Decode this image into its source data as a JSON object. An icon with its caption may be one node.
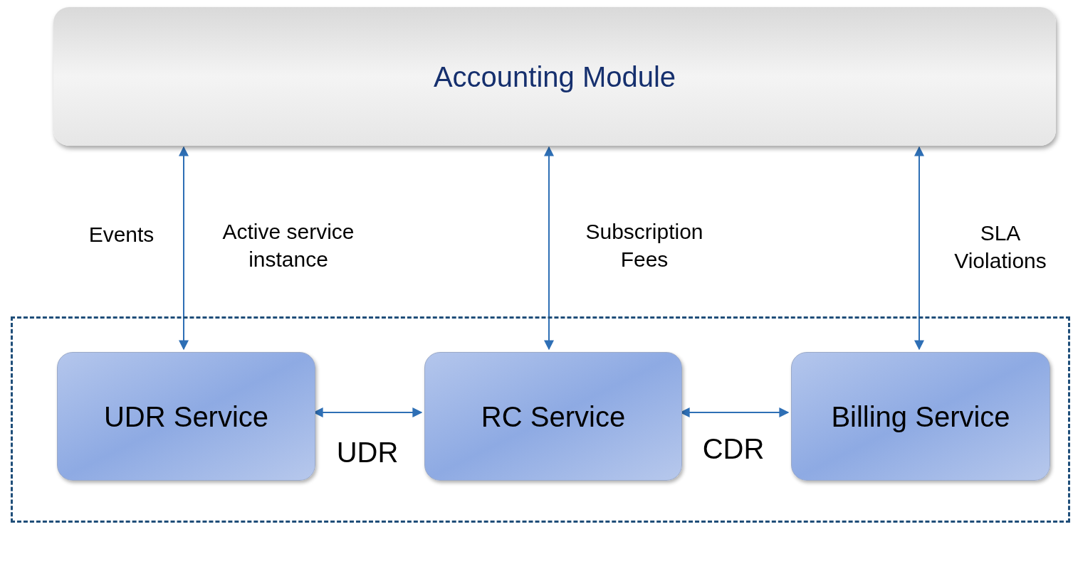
{
  "diagram": {
    "nodes": [
      {
        "text": [
          "Accounting Module"
        ]
      },
      {
        "text": [],
        "shape": "box"
      },
      {
        "text": [
          "UDR Service"
        ],
        "in": 1
      },
      {
        "text": [
          "RC Service"
        ],
        "in": 1
      },
      {
        "text": [
          "Billing Service"
        ],
        "in": 1
      }
    ],
    "edges": [
      {
        "from": 0,
        "to": 2,
        "arrow": "both",
        "label": "Active service instance"
      },
      {
        "from": 0,
        "to": 3,
        "arrow": "both",
        "label": "Subscription Fees"
      },
      {
        "from": 0,
        "to": 4,
        "arrow": "both",
        "label": "SLA Violations"
      },
      {
        "from": 2,
        "to": 3,
        "arrow": "both",
        "label": "UDR"
      },
      {
        "from": 3,
        "to": 4,
        "arrow": "both",
        "label": "CDR"
      }
    ],
    "labels": [
      "Events"
    ]
  }
}
